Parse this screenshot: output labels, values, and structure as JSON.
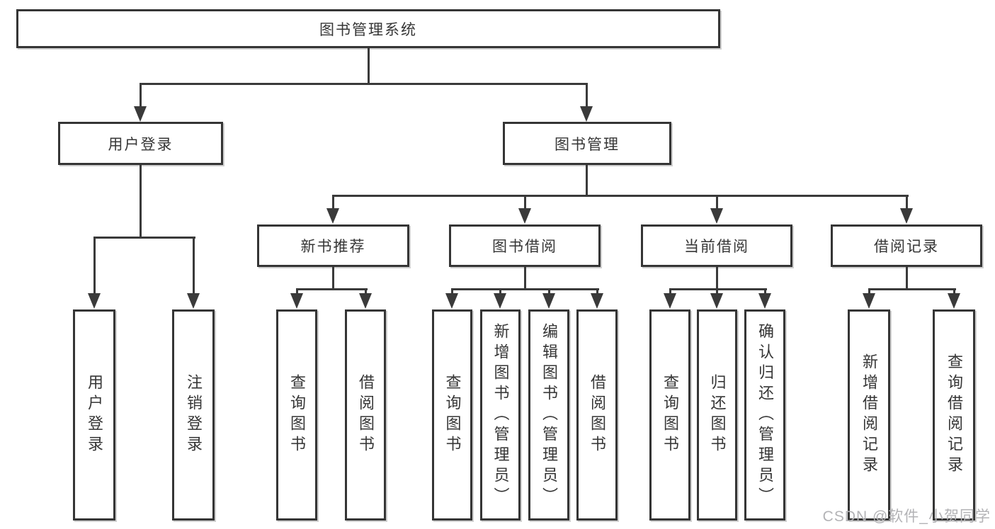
{
  "diagram": {
    "title": "图书管理系统",
    "root": {
      "label": "图书管理系统"
    },
    "level2": [
      {
        "label": "用户登录"
      },
      {
        "label": "图书管理"
      }
    ],
    "level3": [
      {
        "label": "新书推荐"
      },
      {
        "label": "图书借阅"
      },
      {
        "label": "当前借阅"
      },
      {
        "label": "借阅记录"
      }
    ],
    "leaves": [
      {
        "label": "用户登录",
        "parent": "用户登录"
      },
      {
        "label": "注销登录",
        "parent": "用户登录"
      },
      {
        "label": "查询图书",
        "parent": "新书推荐"
      },
      {
        "label": "借阅图书",
        "parent": "新书推荐"
      },
      {
        "label": "查询图书",
        "parent": "图书借阅"
      },
      {
        "label": "新增图书（管理员）",
        "parent": "图书借阅"
      },
      {
        "label": "编辑图书（管理员）",
        "parent": "图书借阅"
      },
      {
        "label": "借阅图书",
        "parent": "图书借阅"
      },
      {
        "label": "查询图书",
        "parent": "当前借阅"
      },
      {
        "label": "归还图书",
        "parent": "当前借阅"
      },
      {
        "label": "确认归还（管理员）",
        "parent": "当前借阅"
      },
      {
        "label": "新增借阅记录",
        "parent": "借阅记录"
      },
      {
        "label": "查询借阅记录",
        "parent": "借阅记录"
      }
    ]
  },
  "watermark": {
    "text": "CSDN @软件_小贺同学"
  },
  "colors": {
    "line": "#3a3a3a",
    "border": "#353535",
    "text": "#363636",
    "watermark": "#b3b3b6",
    "background": "#ffffff"
  }
}
